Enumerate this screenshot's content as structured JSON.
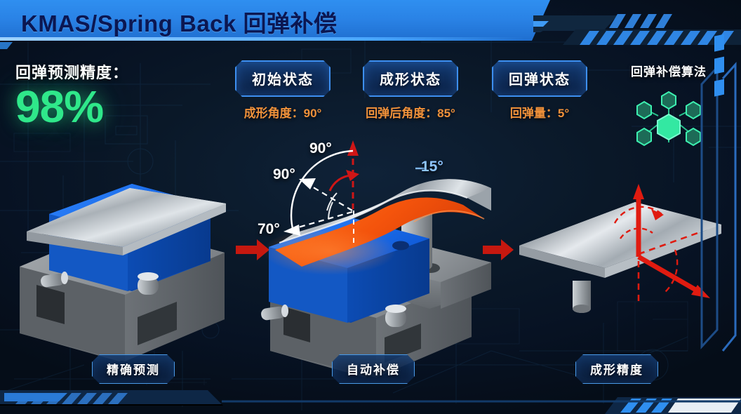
{
  "header": {
    "title": "KMAS/Spring Back 回弹补偿"
  },
  "kpi": {
    "label": "回弹预测精度：",
    "value": "98%",
    "accent_color": "#2fe88a"
  },
  "states": [
    {
      "name": "初始状态",
      "detail": "成形角度：90°"
    },
    {
      "name": "成形状态",
      "detail": "回弹后角度：85°"
    },
    {
      "name": "回弹状态",
      "detail": "回弹量：5°"
    }
  ],
  "algorithm": {
    "title": "回弹补偿算法",
    "icon": "hexagon-network-icon",
    "color": "#2fe0a0"
  },
  "annotations": [
    {
      "text": "90°",
      "style": "white"
    },
    {
      "text": "90°",
      "style": "white"
    },
    {
      "text": "70°",
      "style": "white"
    },
    {
      "text": "15°",
      "style": "blue"
    }
  ],
  "captions": [
    {
      "label": "精确预测"
    },
    {
      "label": "自动补偿"
    },
    {
      "label": "成形精度"
    }
  ],
  "colors": {
    "header_blue": "#2a83e6",
    "badge_border": "#3d8ff0",
    "sub_orange": "#f0913a",
    "arrow_red": "#cc1c1c",
    "die_blue": "#1565d8",
    "sheet_orange": "#f4631a",
    "background": "#0a1828"
  }
}
